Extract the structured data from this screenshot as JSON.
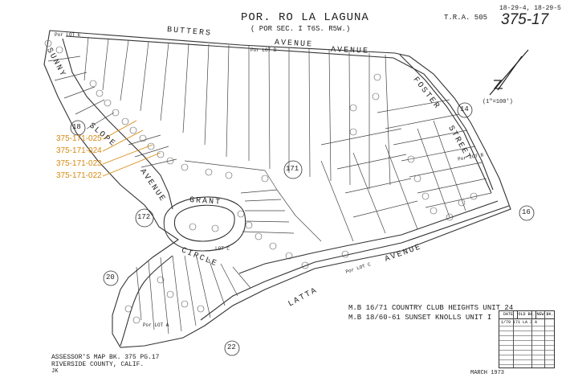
{
  "header": {
    "title": "POR. RO LA LAGUNA",
    "subtitle": "( POR SEC. I T6S. R5W.)",
    "tra": "T.R.A. 505",
    "index": "18-29-4, 18-29-5",
    "book_page": "375-17",
    "scale": "(1\"=100')"
  },
  "streets": [
    "BUTTERS",
    "AVENUE",
    "AVENUE",
    "FOSTER",
    "STREET",
    "SUNNY",
    "SLOPE",
    "AVENUE",
    "GRANT",
    "CIRCLE",
    "LATTA",
    "AVENUE"
  ],
  "circled_numbers": [
    "18",
    "14",
    "16",
    "172",
    "171",
    "20",
    "22"
  ],
  "parcels": [
    "375-171-025",
    "375-171-024",
    "375-171-023",
    "375-171-022"
  ],
  "parcel_color": "#d68910",
  "subdivisions": {
    "line1": "M.B 16/71  COUNTRY CLUB HEIGHTS  UNIT 24",
    "line2": "M.B 18/60-61  SUNSET KNOLLS  UNIT I"
  },
  "footer": {
    "line1": "ASSESSOR'S MAP  BK. 375  PG.17",
    "line2": "RIVERSIDE  COUNTY, CALIF.",
    "initials": "JK",
    "date": "MARCH 1973"
  },
  "revision_table": {
    "headers": [
      "DATE",
      "OLD BK.",
      "NEW BK."
    ],
    "row1": "1/79  171 LA 3  A"
  },
  "lot_labels": [
    "Por LOT E",
    "Por LOT D",
    "Por LOT C",
    "Por LOT B",
    "LOT C",
    "Por LOT A"
  ]
}
